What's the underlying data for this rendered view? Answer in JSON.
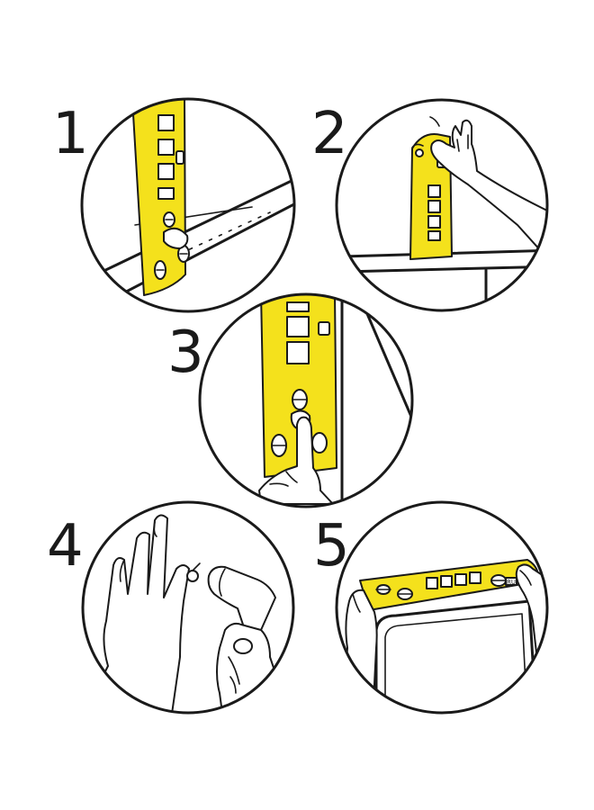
{
  "steps": [
    {
      "number": "1"
    },
    {
      "number": "2"
    },
    {
      "number": "3"
    },
    {
      "number": "4"
    },
    {
      "number": "5"
    }
  ],
  "tool_marking": "RU",
  "colors": {
    "tool_yellow": "#f4e11c",
    "ink": "#1a1a1a",
    "background": "#ffffff"
  }
}
